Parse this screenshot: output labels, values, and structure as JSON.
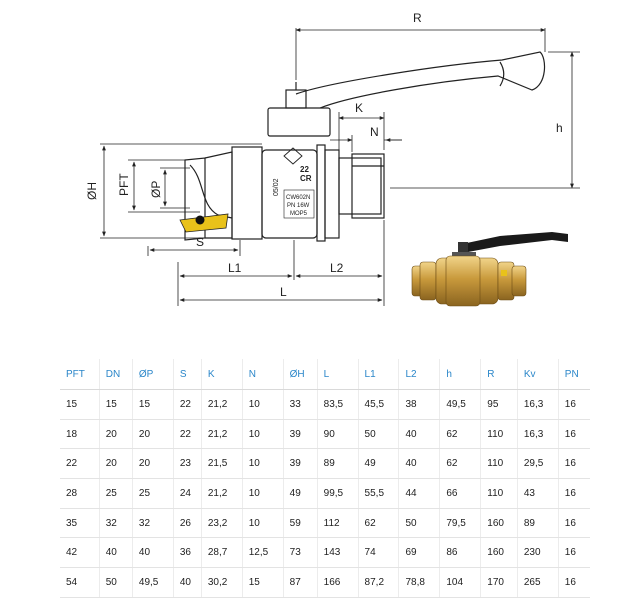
{
  "drawing": {
    "dim_labels": {
      "R": "R",
      "h": "h",
      "K": "K",
      "N": "N",
      "OH": "ØH",
      "PFT": "PFT",
      "OP": "ØP",
      "S": "S",
      "L1": "L1",
      "L2": "L2",
      "L": "L"
    },
    "body_markings": {
      "size": "22",
      "cr": "CR",
      "date": "05/02",
      "material": "CW602N",
      "pressure": "PN 16W",
      "mop": "MOP5"
    }
  },
  "table": {
    "headers": [
      "PFT",
      "DN",
      "ØP",
      "S",
      "K",
      "N",
      "ØH",
      "L",
      "L1",
      "L2",
      "h",
      "R",
      "Kv",
      "PN"
    ],
    "rows": [
      [
        "15",
        "15",
        "15",
        "22",
        "21,2",
        "10",
        "33",
        "83,5",
        "45,5",
        "38",
        "49,5",
        "95",
        "16,3",
        "16"
      ],
      [
        "18",
        "20",
        "20",
        "22",
        "21,2",
        "10",
        "39",
        "90",
        "50",
        "40",
        "62",
        "110",
        "16,3",
        "16"
      ],
      [
        "22",
        "20",
        "20",
        "23",
        "21,5",
        "10",
        "39",
        "89",
        "49",
        "40",
        "62",
        "110",
        "29,5",
        "16"
      ],
      [
        "28",
        "25",
        "25",
        "24",
        "21,2",
        "10",
        "49",
        "99,5",
        "55,5",
        "44",
        "66",
        "110",
        "43",
        "16"
      ],
      [
        "35",
        "32",
        "32",
        "26",
        "23,2",
        "10",
        "59",
        "112",
        "62",
        "50",
        "79,5",
        "160",
        "89",
        "16"
      ],
      [
        "42",
        "40",
        "40",
        "36",
        "28,7",
        "12,5",
        "73",
        "143",
        "74",
        "69",
        "86",
        "160",
        "230",
        "16"
      ],
      [
        "54",
        "50",
        "49,5",
        "40",
        "30,2",
        "15",
        "87",
        "166",
        "87,2",
        "78,8",
        "104",
        "170",
        "265",
        "16"
      ]
    ]
  },
  "colors": {
    "header_text": "#2a86c9",
    "brass": "#c9a24a",
    "handle": "#1a1a1a"
  }
}
